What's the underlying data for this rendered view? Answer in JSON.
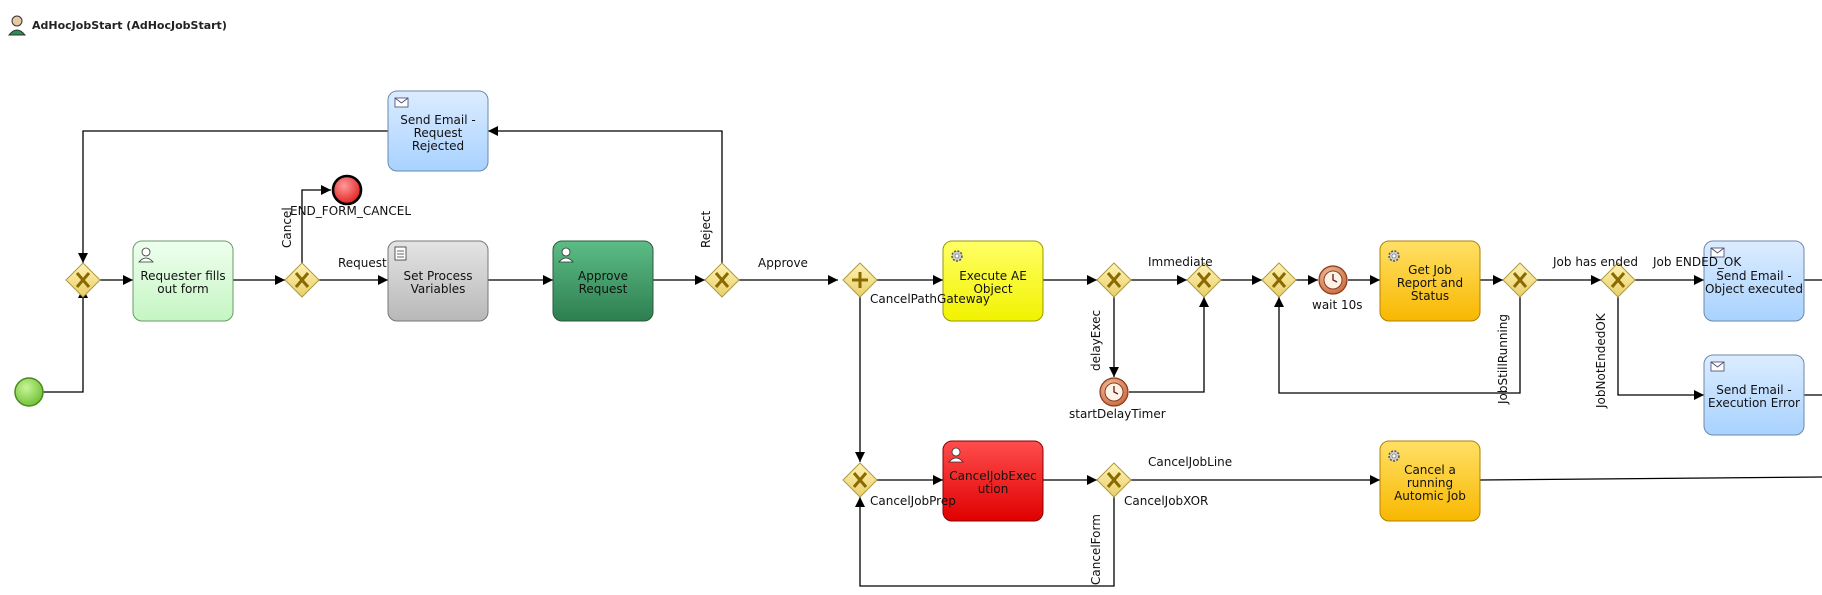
{
  "process": {
    "title": "AdHocJobStart (AdHocJobStart)"
  },
  "tasks": {
    "send_rejected": {
      "lines": [
        "Send Email -",
        "Request",
        "Rejected"
      ]
    },
    "requester_form": {
      "lines": [
        "Requester fills",
        "out form"
      ]
    },
    "set_vars": {
      "lines": [
        "Set Process",
        "Variables"
      ]
    },
    "approve": {
      "lines": [
        "Approve",
        "Request"
      ]
    },
    "execute_ae": {
      "lines": [
        "Execute AE",
        "Object"
      ]
    },
    "get_job_report": {
      "lines": [
        "Get Job",
        "Report and",
        "Status"
      ]
    },
    "send_ok": {
      "lines": [
        "Send Email -",
        "Object executed"
      ]
    },
    "send_error": {
      "lines": [
        "Send Email -",
        "Execution Error"
      ]
    },
    "cancel_job_exec": {
      "lines": [
        "CancelJobExec",
        "ution"
      ]
    },
    "cancel_automic": {
      "lines": [
        "Cancel a",
        "running",
        "Automic Job"
      ]
    }
  },
  "labels": {
    "end_form_cancel": "END_FORM_CANCEL",
    "cancel": "Cancel",
    "request": "Request",
    "reject": "Reject",
    "approve": "Approve",
    "cancel_path_gateway": "CancelPathGateway",
    "immediate": "Immediate",
    "delay_exec": "delayExec",
    "start_delay_timer": "startDelayTimer",
    "wait_10s": "wait 10s",
    "job_has_ended": "Job has ended",
    "job_ended_ok": "Job ENDED_OK",
    "job_still_running": "JobStillRunning",
    "job_not_ended_ok": "JobNotEndedOK",
    "cancel_job_prep": "CancelJobPrep",
    "cancel_job_line": "CancelJobLine",
    "cancel_job_xor": "CancelJobXOR",
    "cancel_form": "CancelForm"
  },
  "colors": {
    "task_blue": "#bcdcff",
    "task_green_light": "#d5fbd3",
    "task_gray": "#cfcfcf",
    "task_green_dark": "#3f9a67",
    "task_yellow": "#ffff33",
    "task_orange": "#ffcc33",
    "task_red": "#ff2222",
    "gateway": "#f5e08a",
    "start_event": "#8fd651",
    "end_event": "#ff4040",
    "timer": "#e08060"
  }
}
